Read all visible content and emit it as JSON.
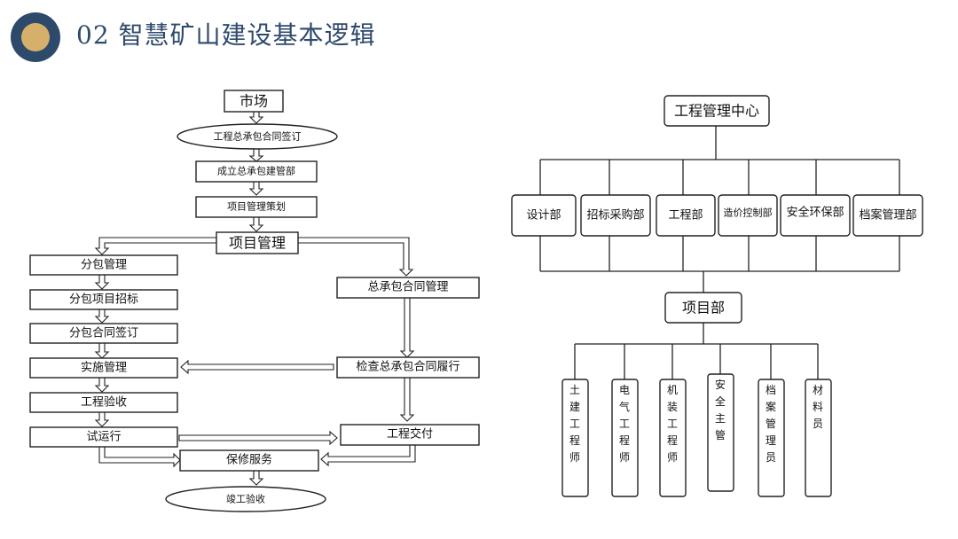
{
  "header": {
    "title": "02 智慧矿山建设基本逻辑"
  },
  "flow": {
    "market": "市场",
    "epc_sign": "工程总承包合同签订",
    "epc_dept": "成立总承包建管部",
    "planning": "项目管理策划",
    "pm": "项目管理",
    "sub_mgmt": "分包管理",
    "sub_bid": "分包项目招标",
    "sub_sign": "分包合同签订",
    "impl": "实施管理",
    "accept": "工程验收",
    "trial": "试运行",
    "epc_contract": "总承包合同管理",
    "check": "检查总承包合同履行",
    "delivery": "工程交付",
    "warranty": "保修服务",
    "final": "竣工验收"
  },
  "org": {
    "center": "工程管理中心",
    "departments": [
      "设计部",
      "招标采购部",
      "工程部",
      "造价控制部",
      "安全环保部",
      "档案管理部"
    ],
    "project": "项目部",
    "roles": [
      "土建工程师",
      "电气工程师",
      "机装工程师",
      "安全主管",
      "档案管理员",
      "材料员"
    ]
  }
}
